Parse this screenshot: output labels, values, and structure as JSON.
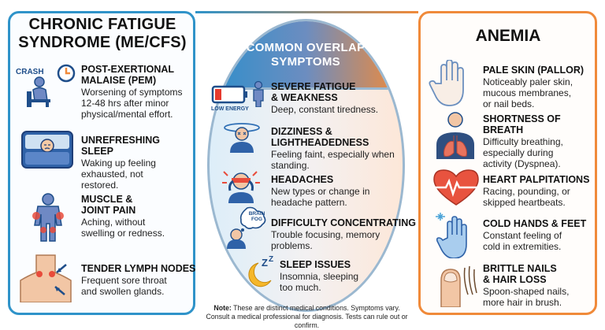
{
  "left": {
    "title": "CHRONIC FATIGUE SYNDROME (ME/CFS)",
    "crash_label": "CRASH",
    "items": [
      {
        "heading": "POST-EXERTIONAL MALAISE (PEM)",
        "desc": "Worsening of symptoms 12-48 hrs after minor physical/mental effort.",
        "icon": "crash-clock-person-icon"
      },
      {
        "heading": "UNREFRESHING SLEEP",
        "desc": "Waking up feeling exhausted, not restored.",
        "icon": "bed-icon"
      },
      {
        "heading": "MUSCLE & JOINT PAIN",
        "desc": "Aching, without swelling or redness.",
        "icon": "body-pain-icon"
      },
      {
        "heading": "TENDER LYMPH NODES",
        "desc": "Frequent sore throat and swollen glands.",
        "icon": "neck-glands-icon"
      }
    ]
  },
  "center": {
    "title": "COMMON OVERLAP SYMPTOMS",
    "low_energy_label": "LOW ENERGY",
    "brain_fog_label": "BRAIN FOG",
    "items": [
      {
        "heading": "SEVERE FATIGUE & WEAKNESS",
        "desc": "Deep, constant tiredness.",
        "icon": "battery-low-icon"
      },
      {
        "heading": "DIZZINESS & LIGHTHEADEDNESS",
        "desc": "Feeling faint, especially when standing.",
        "icon": "dizzy-person-icon"
      },
      {
        "heading": "HEADACHES",
        "desc": "New types or change in headache pattern.",
        "icon": "headache-icon"
      },
      {
        "heading": "DIFFICULTY CONCENTRATING",
        "desc": "Trouble focusing, memory problems.",
        "icon": "brain-fog-icon"
      },
      {
        "heading": "SLEEP ISSUES",
        "desc": "Insomnia, sleeping too much.",
        "icon": "moon-zzz-icon"
      }
    ]
  },
  "right": {
    "title": "ANEMIA",
    "items": [
      {
        "heading": "PALE SKIN (PALLOR)",
        "desc": "Noticeably paler skin, mucous membranes, or nail beds.",
        "icon": "pale-hand-icon"
      },
      {
        "heading": "SHORTNESS OF BREATH",
        "desc": "Difficulty breathing, especially during activity (Dyspnea).",
        "icon": "lungs-icon"
      },
      {
        "heading": "HEART PALPITATIONS",
        "desc": "Racing, pounding, or skipped heartbeats.",
        "icon": "heart-pulse-icon"
      },
      {
        "heading": "COLD HANDS & FEET",
        "desc": "Constant feeling of cold in extremities.",
        "icon": "cold-hand-icon"
      },
      {
        "heading": "BRITTLE NAILS & HAIR LOSS",
        "desc": "Spoon-shaped nails, more hair in brush.",
        "icon": "nail-hair-icon"
      }
    ]
  },
  "footer": {
    "note_label": "Note:",
    "line1": " These are distinct medical conditions. Symptoms vary.",
    "line2": "Consult a medical professional for diagnosis. Tests can rule out or confirm."
  },
  "colors": {
    "blue": "#2f93c9",
    "orange": "#f08a3a",
    "navy": "#1f4e8a"
  }
}
